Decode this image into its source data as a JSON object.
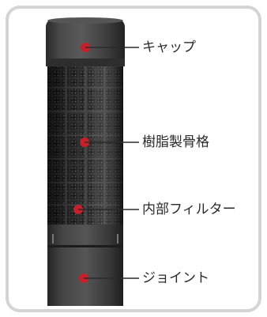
{
  "diagram": {
    "callouts": [
      {
        "id": "cap",
        "label": "キャップ"
      },
      {
        "id": "skeleton",
        "label": "樹脂製骨格"
      },
      {
        "id": "filter",
        "label": "内部フィルター"
      },
      {
        "id": "joint",
        "label": "ジョイント"
      }
    ],
    "colors": {
      "frame": "#d4d4d4",
      "marker": "#c8202a",
      "body_dark": "#3a3a3a",
      "leader_line": "#2a2a2a"
    }
  }
}
